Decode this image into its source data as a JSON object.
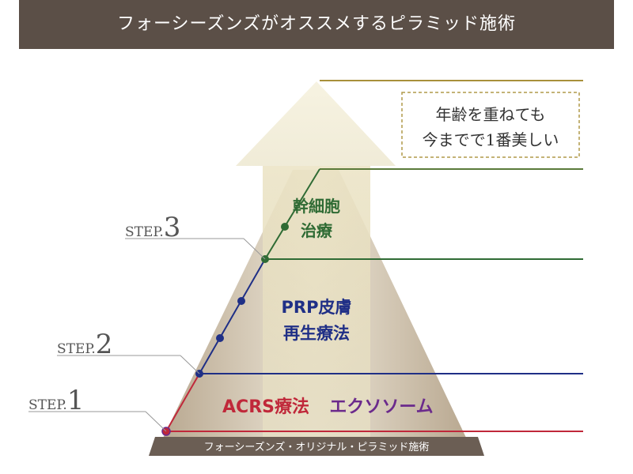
{
  "header": {
    "title": "フォーシーズンズがオススメするピラミッド施術"
  },
  "goal": {
    "line1": "年齢を重ねても",
    "line2": "今までで1番美しい"
  },
  "steps": [
    {
      "prefix": "STEP.",
      "number": "1"
    },
    {
      "prefix": "STEP.",
      "number": "2"
    },
    {
      "prefix": "STEP.",
      "number": "3"
    }
  ],
  "levels": {
    "level1": {
      "label_a": "ACRS療法",
      "label_b": "エクソソーム"
    },
    "level2": {
      "line1": "PRP皮膚",
      "line2": "再生療法"
    },
    "level3": {
      "line1": "幹細胞",
      "line2": "治療"
    }
  },
  "base_label": "フォーシーズンズ・オリジナル・ピラミッド施術",
  "colors": {
    "header_bg": "#5b4f47",
    "level1_red": "#c0283a",
    "level1_purple": "#6b2a8c",
    "level2_navy": "#1f2f86",
    "level3_green": "#2f6b34",
    "gold": "#a8903a"
  }
}
